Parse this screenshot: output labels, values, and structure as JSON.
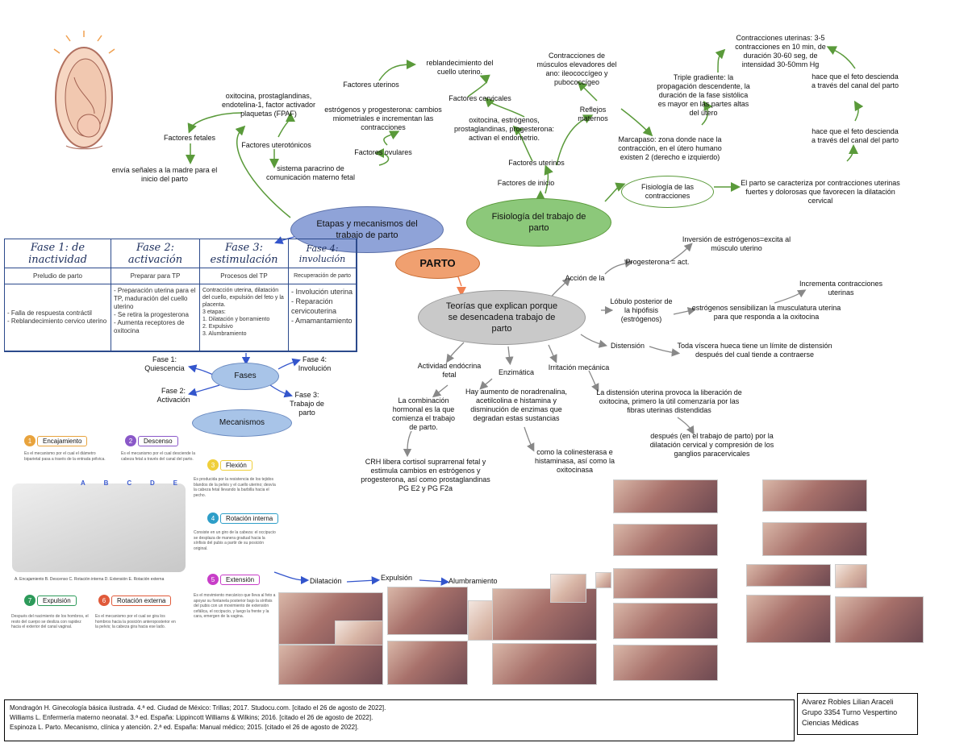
{
  "center": {
    "parto": "PARTO"
  },
  "main_nodes": {
    "etapas": "Etapas y mecanismos del trabajo de parto",
    "fisiologia": "Fisiología del trabajo de parto",
    "teorias": "Teorías que explican porque se desencadena trabajo de parto",
    "fisio_contracciones": "Fisiología de las contracciones",
    "fases": "Fases",
    "mecanismos": "Mecanismos"
  },
  "top_left": {
    "factores_fetales": "Factores fetales",
    "envia_senales": "envía señales a la madre para el inicio del parto",
    "oxitocina_endotelina": "oxitocina, prostaglandinas, endotelina-1, factor activador plaquetas (FPAF)",
    "factores_uterotonicos": "Factores uterotónicos",
    "sistema_paracrino": "sistema paracrino de comunicación materno fetal",
    "estrogenos_progesterona": "estrógenos y progesterona: cambios miometriales e incrementan las contracciones",
    "factores_ovulares": "Factores ovulares",
    "factores_uterinos_top": "Factores uterinos",
    "reblandecimiento": "reblandecimiento del cuello uterino.",
    "factores_cervicales": "Factores cervicales",
    "oxitocina_estrogenos": "oxitocina, estrógenos, prostaglandinas, progesterona: activan el endometrio.",
    "factores_uterinos": "Factores uterinos",
    "factores_inicio": "Factores de inicio"
  },
  "top_right": {
    "contracciones_musculos": "Contracciones de músculos elevadores del ano: ileococcígeo y pubococcígeo",
    "reflejos_maternos": "Reflejos maternos",
    "marcapaso": "Marcapaso: zona donde nace la contracción, en el útero humano existen 2 (derecho e izquierdo)",
    "triple_gradiente": "Triple gradiente: la propagación descendente, la duración de la fase sistólica es mayor en las partes altas del útero",
    "contracciones_uterinas": "Contracciones uterinas: 3-5 contracciones en 10 min, de duración 30-60 seg, de intensidad 30-50mm Hg",
    "hace_descender_1": "hace que el feto descienda a través del canal del parto",
    "hace_descender_2": "hace que el feto descienda a través del canal del parto",
    "parto_caracteriza": "El parto se caracteriza por contracciones uterinas fuertes y dolorosas que favorecen la dilatación cervical"
  },
  "teorias_branch": {
    "accion_de_la": "Acción de la",
    "progesterona_act": "Progesterona = act.",
    "inversion": "Inversión de estrógenos=excita al músculo uterino",
    "lobulo": "Lóbulo posterior de la hipófisis (estrógenos)",
    "estrogenos_sensibilizan": "estrógenos sensibilizan la musculatura uterina para que responda a la oxitocina",
    "incrementa": "Incrementa contracciones uterinas",
    "distension": "Distensión",
    "toda_viscera": "Toda víscera hueca tiene un límite de distensión después del cual tiende a contraerse",
    "actividad_endocrina": "Actividad endócrina fetal",
    "combinacion": "La combinación hormonal es la que comienza el trabajo de parto.",
    "crh": "CRH libera cortisol suprarrenal fetal y estimula cambios en estrógenos y progesterona, así como prostaglandinas PG E2 y PG F2a",
    "enzimatica": "Enzimática",
    "hayaumento": "Hay aumento de noradrenalina, acetilcolina e histamina y disminución de enzimas que degradan estas sustancias",
    "colinesterasa": "como la colinesterasa e histaminasa, así como la oxitocinasa",
    "irritacion": "Irritación mecánica",
    "distension_uterina": "La distensión uterina provoca la liberación de oxitocina, primero la útil comenzaría por las fibras uterinas distendidas",
    "despues": "después (en el trabajo de parto) por la dilatación cervical y compresión de los ganglios paracervicales"
  },
  "table": {
    "headers": [
      "Fase 1: de inactividad",
      "Fase 2: activación",
      "Fase 3: estimulación",
      "Fase 4: involución"
    ],
    "subheaders": [
      "Preludio de parto",
      "Preparar para TP",
      "Procesos del TP",
      "Recuperación de parto"
    ],
    "cells": [
      "- Falla de respuesta contráctil\n- Reblandecimiento cervico uterino",
      "- Preparación uterina para el TP, maduración del cuello uterino\n- Se retira la progesterona\n- Aumenta receptores de oxitocina",
      "Contracción uterina, dilatación del cuello, expulsión del feto y la placenta.\n3 etapas:\n1. Dilatación y borramiento\n2. Expulsivo\n3. Alumbramiento",
      "- Involución uterina\n- Reparación cervicouterina\n- Amamantamiento"
    ]
  },
  "fases_labels": {
    "f1": "Fase 1: Quiescencia",
    "f2": "Fase 2: Activación",
    "f3": "Fase 3: Trabajo de parto",
    "f4": "Fase 4: Involución"
  },
  "mecanismos_steps": [
    {
      "n": "1",
      "label": "Encajamiento",
      "color": "#e8a33d",
      "text": "Es el mecanismo por el cual el diámetro biparietal pasa a través de la entrada pélvica."
    },
    {
      "n": "2",
      "label": "Descenso",
      "color": "#8a58c8",
      "text": "Es el mecanismo por el cual desciende la cabeza fetal a través del canal del parto."
    },
    {
      "n": "3",
      "label": "Flexión",
      "color": "#f0cf3a",
      "text": "Es producida por la resistencia de los tejidos blandos de la pelvis y el cuello uterino; desvía la cabeza fetal llevando la barbilla hacia el pecho."
    },
    {
      "n": "4",
      "label": "Rotación interna",
      "color": "#2e9ec8",
      "text": "Consiste en un giro de la cabeza: el occipucio se desplaza de manera gradual hacia la sínfisis del pubis a partir de su posición original."
    },
    {
      "n": "5",
      "label": "Extensión",
      "color": "#c83ec8",
      "text": "Es el movimiento mecánico que lleva al feto a apoyar su fontanela posterior bajo la sínfisis del pubis con un movimiento de extensión cefálica, el occipucio, y luego la frente y la cara, emergen de la vagina."
    },
    {
      "n": "6",
      "label": "Rotación externa",
      "color": "#e05a3a",
      "text": "Es el mecanismo por el cual se gira los hombros hacia la posición anteroposterior en la pelvis; la cabeza gira hacia ese lado."
    },
    {
      "n": "7",
      "label": "Expulsión",
      "color": "#2d9a5a",
      "text": "Después del nacimiento de los hombros, el resto del cuerpo se desliza con rapidez hacia el exterior del canal vaginal."
    }
  ],
  "mecanismos_letters": [
    "A",
    "B",
    "C",
    "D",
    "E"
  ],
  "mecanismos_legend": "A. Encajamiento B. Descenso C. Rotación interna D. Extensión E. Rotación externa",
  "etapas_flow": [
    "Dilatación",
    "Expulsión",
    "Alumbramiento"
  ],
  "references": [
    "Mondragón H. Ginecología básica ilustrada. 4.ª ed. Ciudad de México: Trillas; 2017. Studocu.com. [citado el 26 de agosto de 2022].",
    "Williams L. Enfermería materno neonatal. 3.ª ed. España: Lippincott Williams & Wilkins; 2016. [citado el 26 de agosto de 2022].",
    "Espinoza L. Parto. Mecanismo, clínica y atención. 2.ª ed. España: Manual médico; 2015. [citado el 26 de agosto de 2022]."
  ],
  "author": [
    "Alvarez Robles Lilian Araceli",
    "Grupo 3354 Turno Vespertino",
    "Ciencias Médicas"
  ],
  "colors": {
    "etapas": "#8fa3d8",
    "fisiologia": "#8cc87a",
    "teorias": "#c9c9c9",
    "parto": "#f0a070",
    "arrow_green": "#5a9a3a",
    "arrow_gray": "#888888",
    "arrow_blue": "#3355cc"
  }
}
